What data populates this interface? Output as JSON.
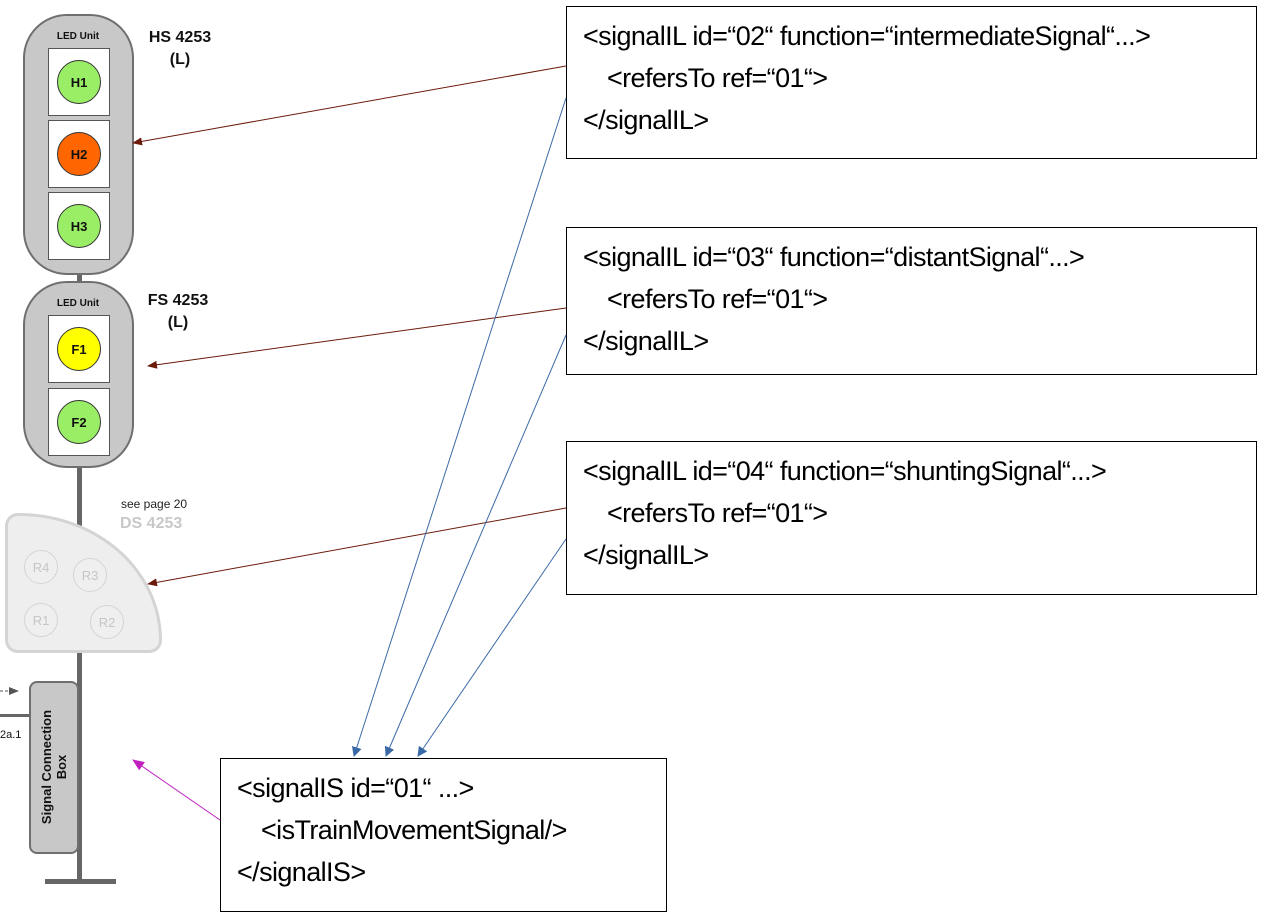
{
  "signals": {
    "main": {
      "unit_label": "LED Unit",
      "name_line1": "HS 4253",
      "name_line2": "(L)",
      "lamps": [
        "H1",
        "H2",
        "H3"
      ]
    },
    "distant": {
      "unit_label": "LED Unit",
      "name_line1": "FS 4253",
      "name_line2": "(L)",
      "lamps": [
        "F1",
        "F2"
      ]
    },
    "shunting": {
      "see_page": "see page 20",
      "name": "DS 4253",
      "lamps": [
        "R4",
        "R3",
        "R1",
        "R2"
      ]
    },
    "connection_box": {
      "line1": "Signal Connection",
      "line2": "Box",
      "side_label": "2a.1"
    }
  },
  "code_boxes": [
    {
      "lines": [
        "<signalIL id=“02“ function=“intermediateSignal“...>",
        "  <refersTo ref=“01“>",
        "</signalIL>"
      ]
    },
    {
      "lines": [
        "<signalIL id=“03“ function=“distantSignal“...>",
        "  <refersTo ref=“01“>",
        "</signalIL>"
      ]
    },
    {
      "lines": [
        "<signalIL id=“04“ function=“shuntingSignal“...>",
        "  <refersTo ref=“01“>",
        "</signalIL>"
      ]
    },
    {
      "lines": [
        "<signalIS id=“01“ ...>",
        "  <isTrainMovementSignal/>",
        "</signalIS>"
      ]
    }
  ],
  "colors": {
    "lamp_green": "#99ee66",
    "lamp_orange": "#ff6600",
    "lamp_yellow": "#ffff00",
    "arrow_brown": "#6b1a0a",
    "arrow_blue": "#3a6aa6",
    "arrow_magenta": "#c020c0"
  }
}
